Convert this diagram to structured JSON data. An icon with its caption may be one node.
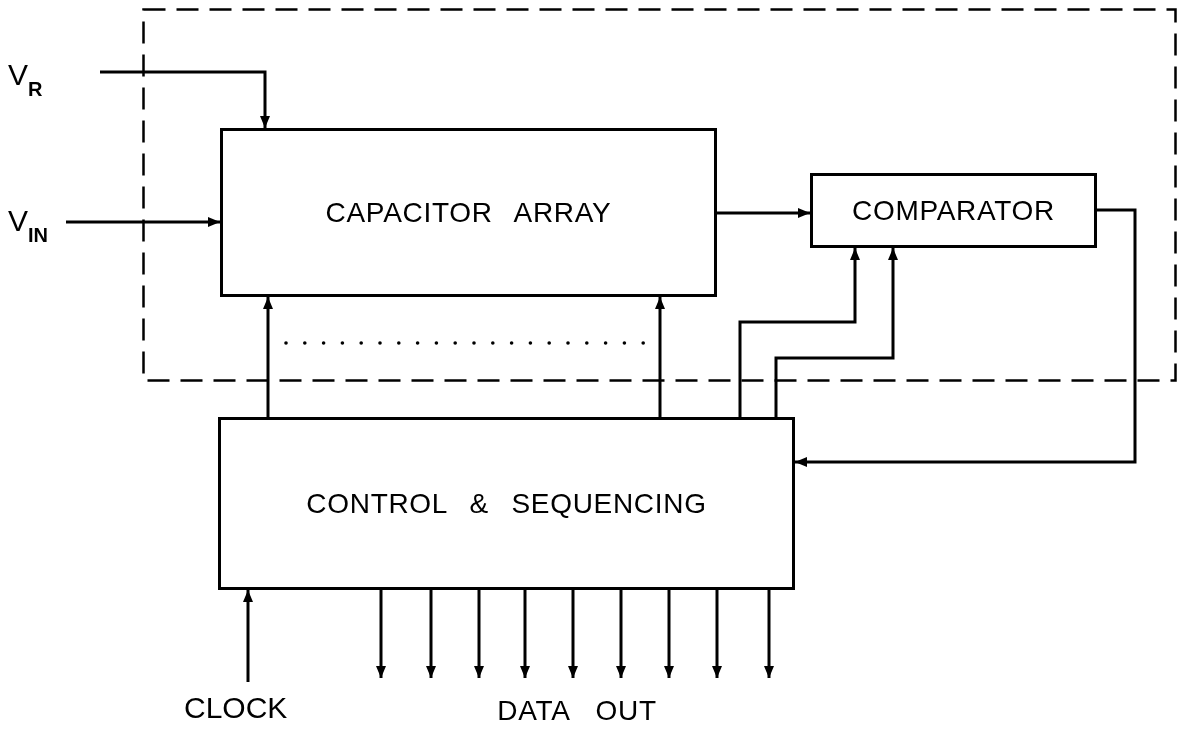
{
  "diagram": {
    "nodes": [
      {
        "text": [],
        "shape": "box"
      },
      {
        "text": [
          "V$_{R}$"
        ]
      },
      {
        "text": [
          "V$_{IN}$"
        ]
      },
      {
        "text": [
          "CAPACITOR ARRAY"
        ],
        "in": 0
      },
      {
        "text": [
          "COMPARATOR"
        ],
        "in": 0
      },
      {
        "text": [
          "CONTROL & SEQUENCING"
        ]
      },
      {
        "text": [
          "CLOCK"
        ]
      }
    ],
    "edges": [
      {
        "from": 1,
        "to": 3,
        "arrow": "to"
      },
      {
        "from": 2,
        "to": 3,
        "arrow": "to"
      },
      {
        "from": 3,
        "to": 4,
        "arrow": "to"
      },
      {
        "from": 4,
        "to": 5,
        "arrow": "to"
      },
      {
        "from": 5,
        "to": 3,
        "arrow": "to"
      },
      {
        "from": 5,
        "to": 3,
        "arrow": "to"
      },
      {
        "from": 5,
        "to": 4,
        "arrow": "to"
      },
      {
        "from": 5,
        "to": 4,
        "arrow": "to"
      },
      {
        "from": 6,
        "to": 5,
        "arrow": "to"
      },
      {
        "from": 5,
        "to": null,
        "arrow": "to"
      },
      {
        "from": 5,
        "to": null,
        "arrow": "to"
      },
      {
        "from": 5,
        "to": null,
        "arrow": "to"
      },
      {
        "from": 5,
        "to": null,
        "arrow": "to"
      },
      {
        "from": 5,
        "to": null,
        "arrow": "to"
      },
      {
        "from": 5,
        "to": null,
        "arrow": "to"
      },
      {
        "from": 5,
        "to": null,
        "arrow": "to"
      },
      {
        "from": 5,
        "to": null,
        "arrow": "to"
      },
      {
        "from": 5,
        "to": null,
        "arrow": "to"
      }
    ],
    "labels": [
      "DATA OUT"
    ]
  }
}
